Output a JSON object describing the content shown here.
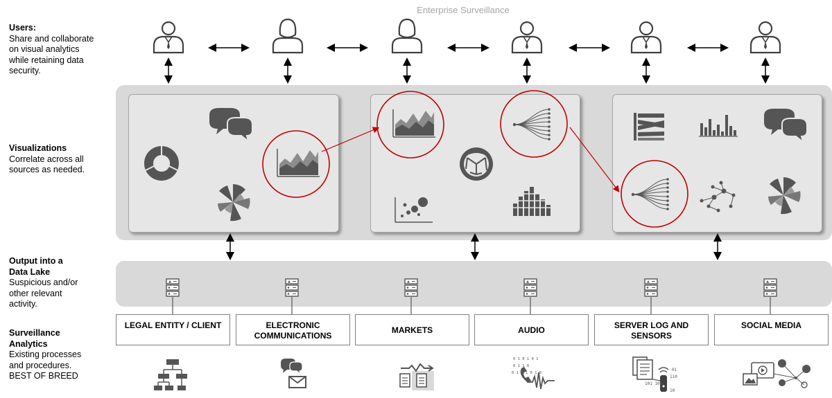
{
  "title": "Enterprise Surveillance",
  "sections": {
    "users": {
      "heading": "Users:",
      "body": "Share and collaborate on visual analytics while retaining data security."
    },
    "visualizations": {
      "heading": "Visualizations",
      "body": "Correlate across all sources as needed."
    },
    "output": {
      "heading": "Output into a Data Lake",
      "body": "Suspicious and/or other relevant activity."
    },
    "analytics": {
      "heading": "Surveillance Analytics",
      "body": "Existing processes and procedures. BEST OF BREED"
    }
  },
  "sources": [
    {
      "label": "LEGAL ENTITY / CLIENT",
      "icon": "org-chart-icon"
    },
    {
      "label": "ELECTRONIC COMMUNICATIONS",
      "icon": "chat-mail-icon"
    },
    {
      "label": "MARKETS",
      "icon": "market-documents-icon"
    },
    {
      "label": "AUDIO",
      "icon": "phone-waveform-icon"
    },
    {
      "label": "SERVER LOG AND SENSORS",
      "icon": "server-sensor-icon"
    },
    {
      "label": "SOCIAL MEDIA",
      "icon": "social-media-icon"
    }
  ],
  "highlight_color": "#c00000",
  "sensor_bits": [
    "01",
    "110",
    "101 100",
    "10"
  ],
  "audio_bits": [
    "0 1 0 1 0 1",
    "0 1 1 0",
    "0 1 1 1 0 1 0"
  ]
}
